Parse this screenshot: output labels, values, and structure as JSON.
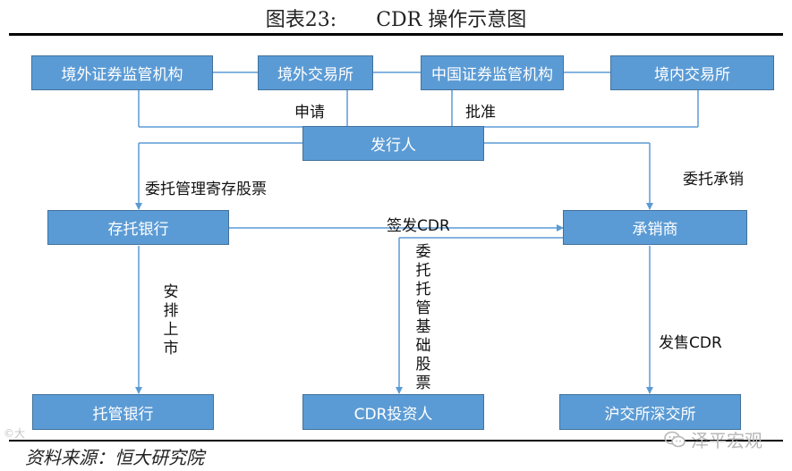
{
  "title": "图表23:　　CDR 操作示意图",
  "nodes": {
    "foreign_regulator": "境外证券监管机构",
    "foreign_exchange": "境外交易所",
    "csrc": "中国证券监管机构",
    "domestic_exchange": "境内交易所",
    "issuer": "发行人",
    "depository_bank": "存托银行",
    "underwriter": "承销商",
    "custodian_bank": "托管银行",
    "cdr_investor": "CDR投资人",
    "sh_sz_exchange": "沪交所深交所"
  },
  "edge_labels": {
    "apply": "申请",
    "approve": "批准",
    "entrust_depository": "委托管理寄存股票",
    "entrust_underwriting": "委托承销",
    "issue_cdr": "签发CDR",
    "entrust_custody": "委托托管基础股票",
    "arrange_listing": "安排上市",
    "sell_cdr": "发售CDR"
  },
  "source": "资料来源：恒大研究院",
  "watermark": "泽平宏观",
  "watermark_left": "©大"
}
